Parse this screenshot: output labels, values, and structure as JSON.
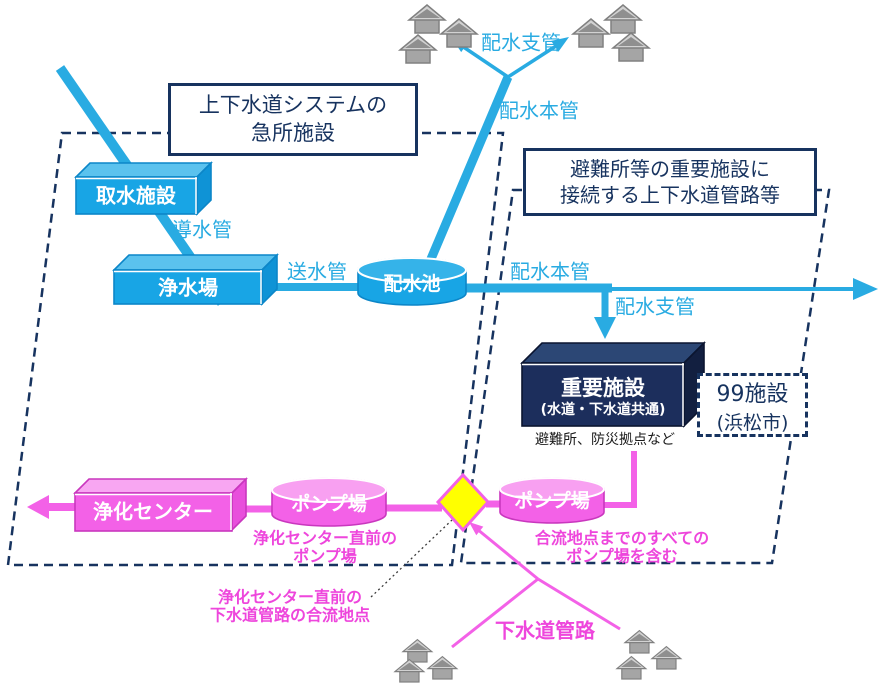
{
  "diagram": {
    "title_box_left": {
      "line1": "上下水道システムの",
      "line2": "急所施設"
    },
    "title_box_right": {
      "line1": "避難所等の重要施設に",
      "line2": "接続する上下水道管路等"
    },
    "water": {
      "intake": "取水施設",
      "conduit_label": "導水管",
      "purification_plant": "浄水場",
      "transmission_label": "送水管",
      "reservoir": "配水池",
      "distribution_main_top": "配水本管",
      "distribution_main_right": "配水本管",
      "distribution_branch_top": "配水支管",
      "distribution_branch_right": "配水支管"
    },
    "important_facility": {
      "name": "重要施設",
      "subtitle": "(水道・下水道共通)",
      "note": "避難所、防災拠点など",
      "count_box": {
        "line1": "99施設",
        "line2": "(浜松市)"
      }
    },
    "sewage": {
      "treatment_center": "浄化センター",
      "pump_station_left": "ポンプ場",
      "pump_station_right": "ポンプ場",
      "pump_note_left": {
        "line1": "浄化センター直前の",
        "line2": "ポンプ場"
      },
      "pump_note_right": {
        "line1": "合流地点までのすべての",
        "line2": "ポンプ場を含む"
      },
      "junction_note": {
        "line1": "浄化センター直前の",
        "line2": "下水道管路の合流地点"
      },
      "pipeline_label": "下水道管路"
    },
    "colors": {
      "pipe_cyan": "#29ABE2",
      "box_cyan": "#18A5E5",
      "navy": "#17335F",
      "pink": "#F361E7",
      "pink_text": "#EE46DC",
      "junction_yellow": "#FFFF00",
      "house_gray": "#A5A5A5"
    }
  }
}
